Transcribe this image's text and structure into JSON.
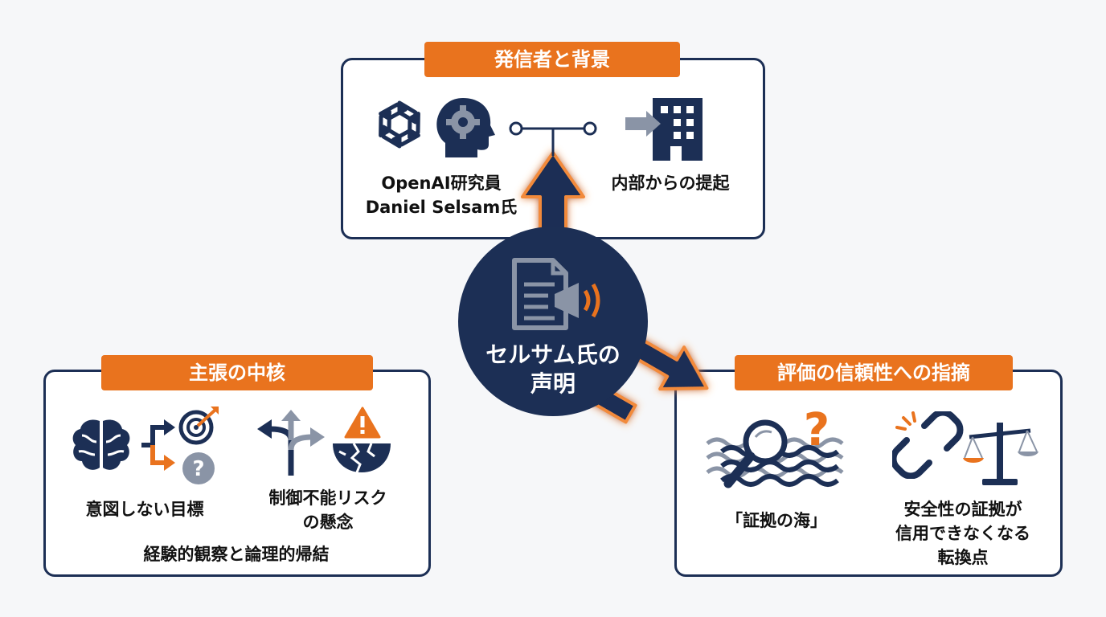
{
  "center": {
    "line1": "セルサム氏の",
    "line2": "声明"
  },
  "top_panel": {
    "tag": "発信者と背景",
    "speaker_line1": "OpenAI研究員",
    "speaker_line2": "Daniel Selsam氏",
    "source": "内部からの提起"
  },
  "left_panel": {
    "tag": "主張の中核",
    "item1": "意図しない目標",
    "item2_line1": "制御不能リスク",
    "item2_line2": "の懸念",
    "footer": "経験的観察と論理的帰結"
  },
  "right_panel": {
    "tag": "評価の信頼性への指摘",
    "item1": "「証拠の海」",
    "item2_line1": "安全性の証拠が",
    "item2_line2": "信用できなくなる",
    "item2_line3": "転換点"
  },
  "icons": {
    "top": [
      "openai-logo-icon",
      "head-gear-icon",
      "branch-connector-icon",
      "building-enter-icon"
    ],
    "left": [
      "brain-icon",
      "fork-arrow-icon",
      "target-icon",
      "question-icon",
      "diverging-arrows-icon",
      "warning-icon",
      "cracked-globe-icon"
    ],
    "right": [
      "magnifier-waves-icon",
      "question-icon",
      "broken-link-icon",
      "scale-icon"
    ],
    "center": [
      "document-megaphone-icon"
    ]
  },
  "colors": {
    "navy": "#1c2f55",
    "orange": "#e9731e",
    "gray": "#8a94a6"
  }
}
